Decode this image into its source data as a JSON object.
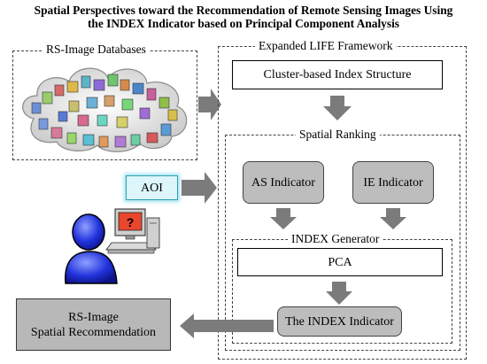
{
  "title": {
    "line1": "Spatial Perspectives toward the Recommendation of Remote Sensing Images Using",
    "line2": "the INDEX Indicator based on Principal Component Analysis"
  },
  "groups": {
    "databases": "RS-Image Databases",
    "framework": "Expanded LIFE Framework",
    "spatial_ranking": "Spatial Ranking",
    "index_generator": "INDEX Generator"
  },
  "boxes": {
    "cluster_index": "Cluster-based Index Structure",
    "aoi": "AOI",
    "as_indicator": "AS Indicator",
    "ie_indicator": "IE Indicator",
    "pca": "PCA",
    "index_indicator": "The INDEX Indicator",
    "recommendation_line1": "RS-Image",
    "recommendation_line2": "Spatial Recommendation"
  },
  "icons": {
    "cloud": "database-cloud-icon",
    "user": "user-at-computer-icon",
    "screen_glyph": "?"
  },
  "colors": {
    "box_gray": "#b8b8b8",
    "arrow_gray": "#7b7b7b",
    "aoi_fill": "#dcf6fb",
    "user_blue": "#2233dd"
  }
}
